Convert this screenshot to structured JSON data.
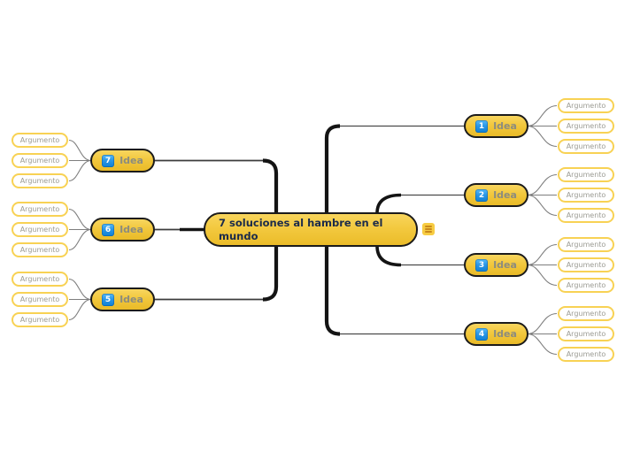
{
  "central": {
    "title": "7 soluciones al hambre en el mundo"
  },
  "icons": {
    "central_menu": "hamburger-menu"
  },
  "ideas": [
    {
      "number": "1",
      "label": "Idea",
      "side": "right",
      "arguments": [
        "Argumento",
        "Argumento",
        "Argumento"
      ]
    },
    {
      "number": "2",
      "label": "Idea",
      "side": "right",
      "arguments": [
        "Argumento",
        "Argumento",
        "Argumento"
      ]
    },
    {
      "number": "3",
      "label": "Idea",
      "side": "right",
      "arguments": [
        "Argumento",
        "Argumento",
        "Argumento"
      ]
    },
    {
      "number": "4",
      "label": "Idea",
      "side": "right",
      "arguments": [
        "Argumento",
        "Argumento",
        "Argumento"
      ]
    },
    {
      "number": "5",
      "label": "Idea",
      "side": "left",
      "arguments": [
        "Argumento",
        "Argumento",
        "Argumento"
      ]
    },
    {
      "number": "6",
      "label": "Idea",
      "side": "left",
      "arguments": [
        "Argumento",
        "Argumento",
        "Argumento"
      ]
    },
    {
      "number": "7",
      "label": "Idea",
      "side": "left",
      "arguments": [
        "Argumento",
        "Argumento",
        "Argumento"
      ]
    }
  ],
  "colors": {
    "node_fill": "#F2C83E",
    "node_border": "#1B1B1B",
    "central_text": "#1C2B4A",
    "idea_label_text": "#8C8C7E",
    "number_badge_blue": "#2B97E6",
    "argument_border": "#F8D254",
    "argument_text": "#9B9B93",
    "connector_thick": "#141414",
    "connector_thin": "#4C4C4C",
    "connector_argument": "#7E7E7E",
    "menu_icon_bg": "#F7CC42",
    "menu_icon_bars": "#C8881B"
  }
}
